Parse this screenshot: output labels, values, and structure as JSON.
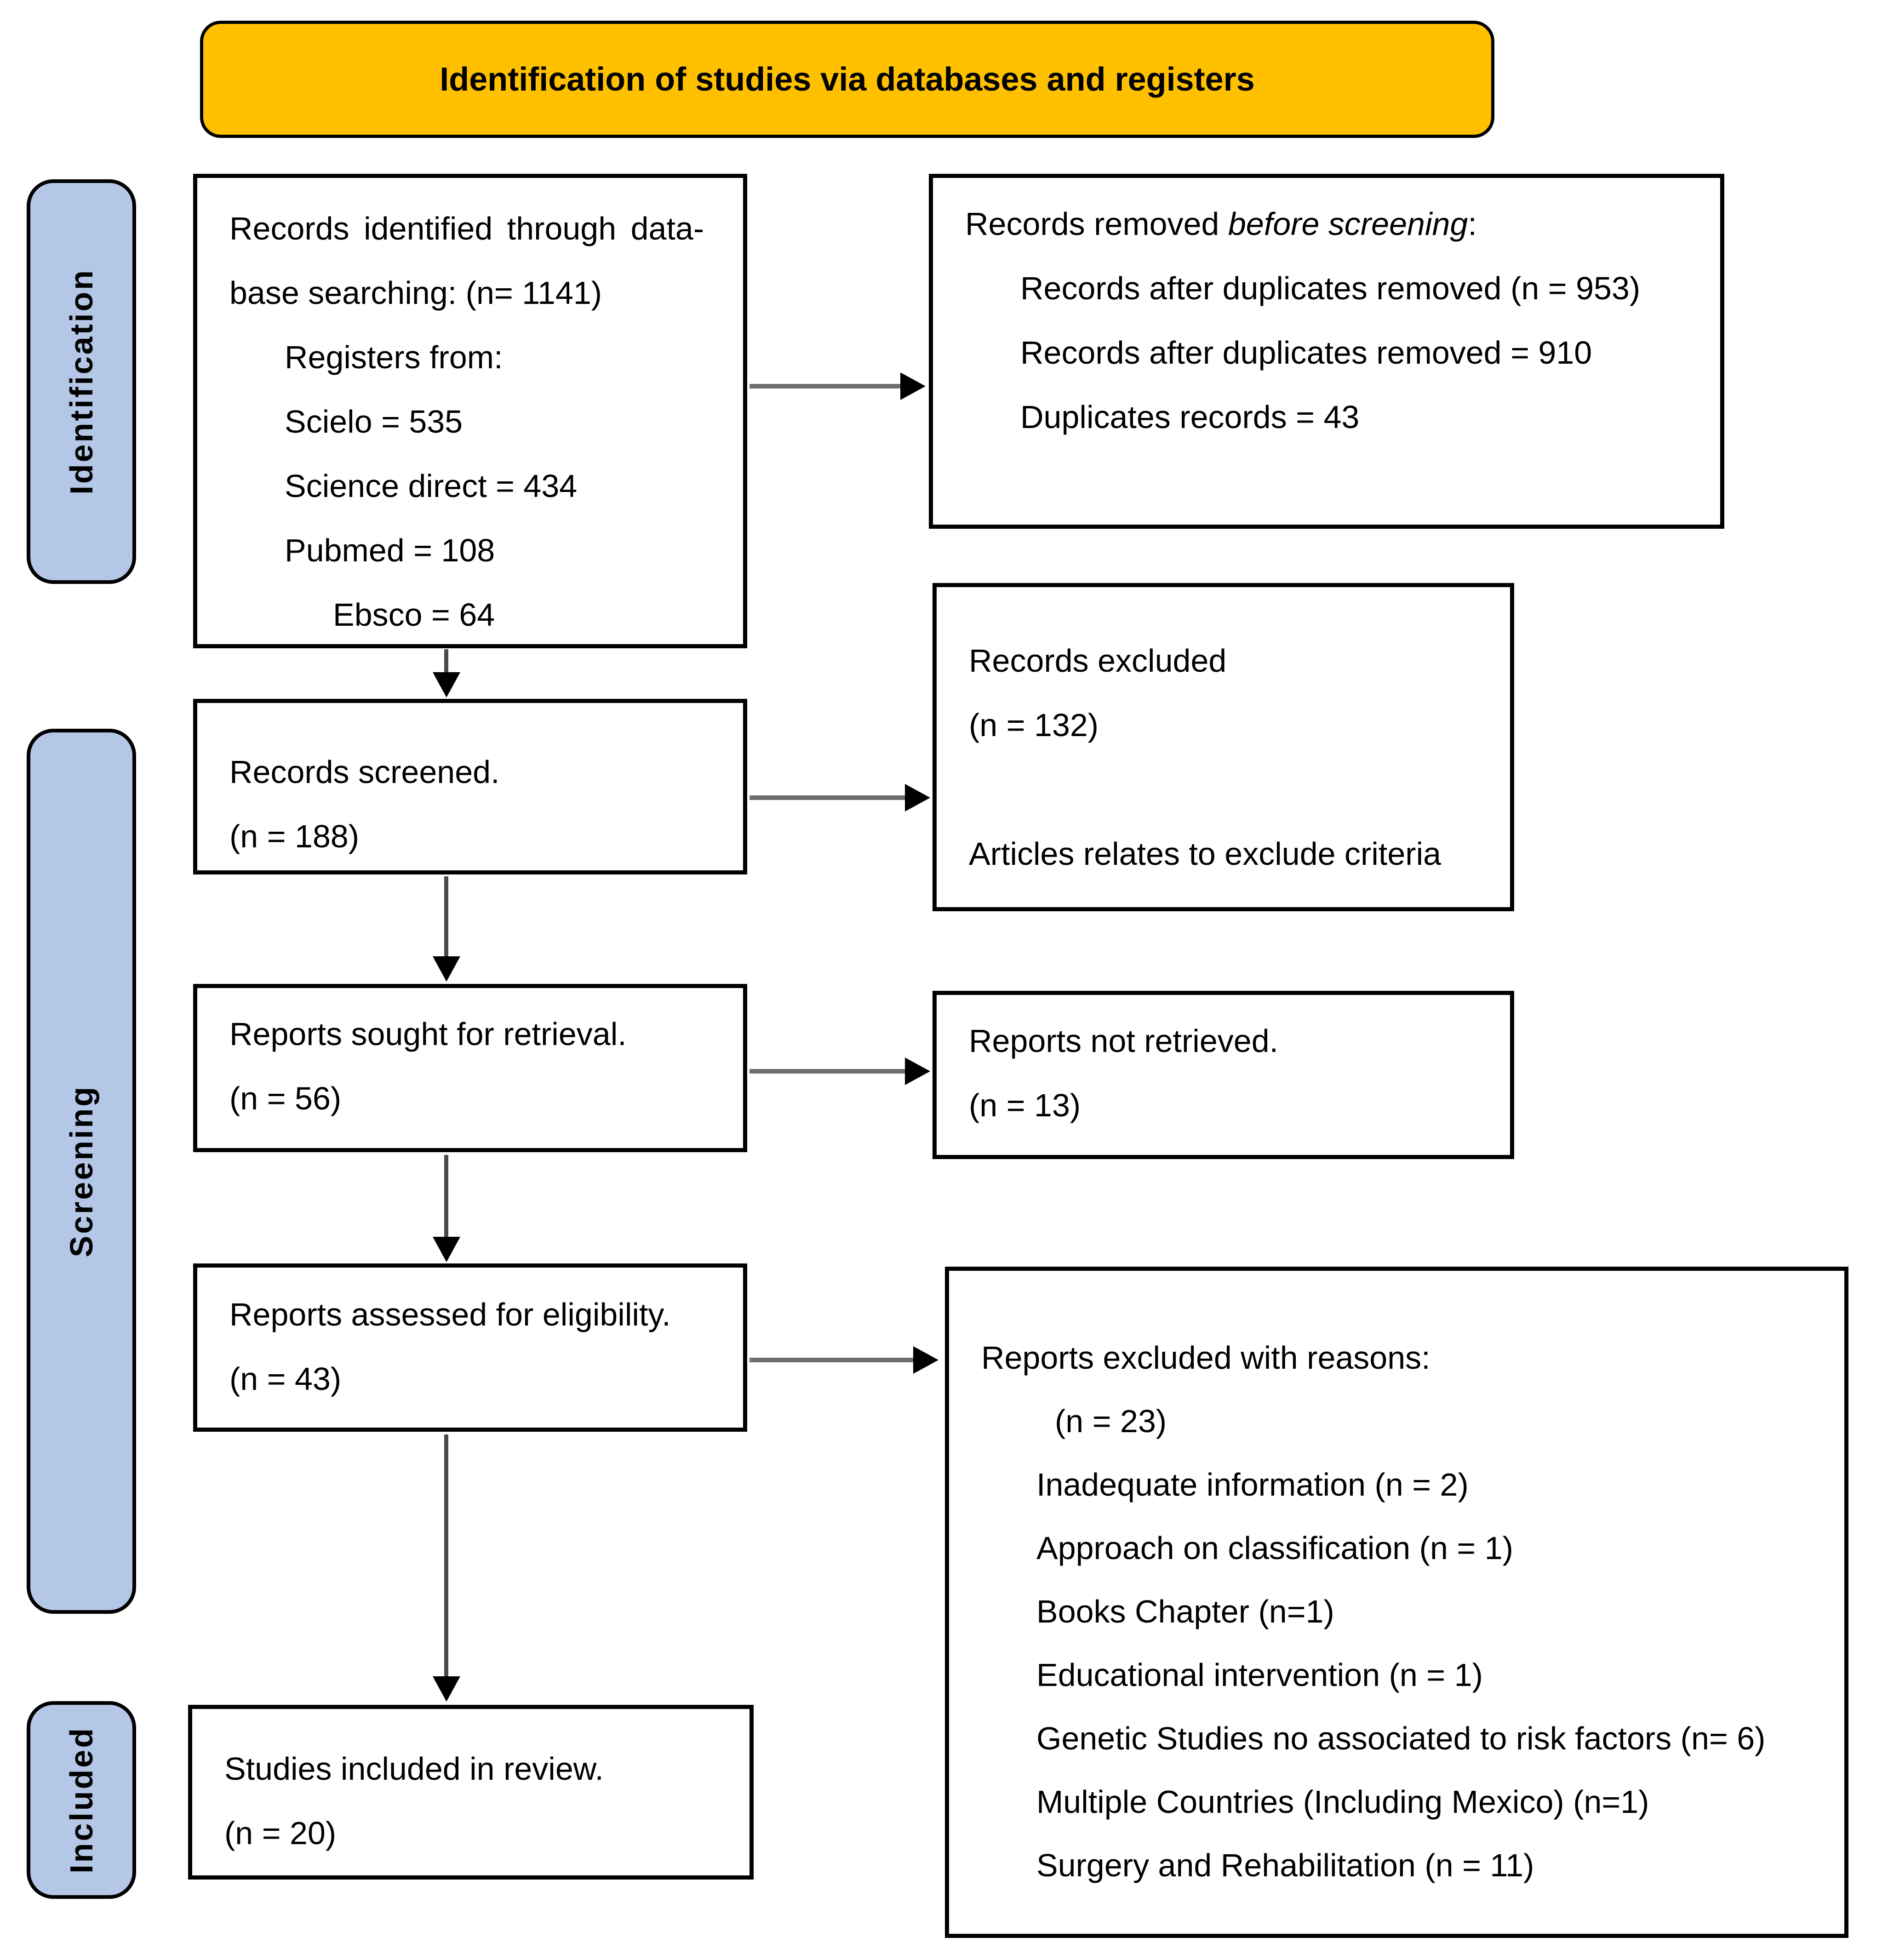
{
  "title": {
    "label": "Identification of studies via databases and registers"
  },
  "stages": {
    "identification": "Identification",
    "screening": "Screening",
    "included": "Included"
  },
  "boxes": {
    "identified": {
      "lines": [
        "Records identified through data-",
        "base searching: (n= 1141)",
        "Registers from:",
        "Scielo = 535",
        "Science direct = 434",
        "Pubmed = 108",
        "Ebsco = 64"
      ]
    },
    "removed": {
      "heading_prefix": "Records removed ",
      "heading_italic": "before screening",
      "heading_suffix": ":",
      "items": [
        "Records after duplicates removed (n = 953)",
        "Records after duplicates removed = 910",
        "Duplicates records = 43"
      ]
    },
    "screened": {
      "line1": "Records screened.",
      "line2": "(n = 188)"
    },
    "excluded": {
      "line1": "Records excluded",
      "line2": "(n = 132)",
      "line3": "Articles relates to exclude criteria"
    },
    "sought": {
      "line1": "Reports sought for retrieval.",
      "line2": "(n = 56)"
    },
    "not_retrieved": {
      "line1": "Reports not retrieved.",
      "line2": "(n = 13)"
    },
    "assessed": {
      "line1": "Reports assessed for eligibility.",
      "line2": "(n = 43)"
    },
    "excluded_reasons": {
      "heading": "Reports excluded with reasons:",
      "count": "(n = 23)",
      "items": [
        "Inadequate information (n = 2)",
        "Approach on classification (n = 1)",
        "Books Chapter (n=1)",
        "Educational intervention (n = 1)",
        "Genetic Studies no associated to risk factors (n= 6)",
        "Multiple Countries (Including Mexico) (n=1)",
        "Surgery and Rehabilitation (n = 11)"
      ]
    },
    "included_review": {
      "line1": "Studies included in review.",
      "line2": "(n = 20)"
    }
  },
  "colors": {
    "title_bg": "#FFC000",
    "stage_bg": "#B4C7E6",
    "box_border": "#000000",
    "arrow_line_h": "#6e6e6e",
    "arrow_line_v": "#4a4a4a",
    "arrow_head": "#000000"
  }
}
